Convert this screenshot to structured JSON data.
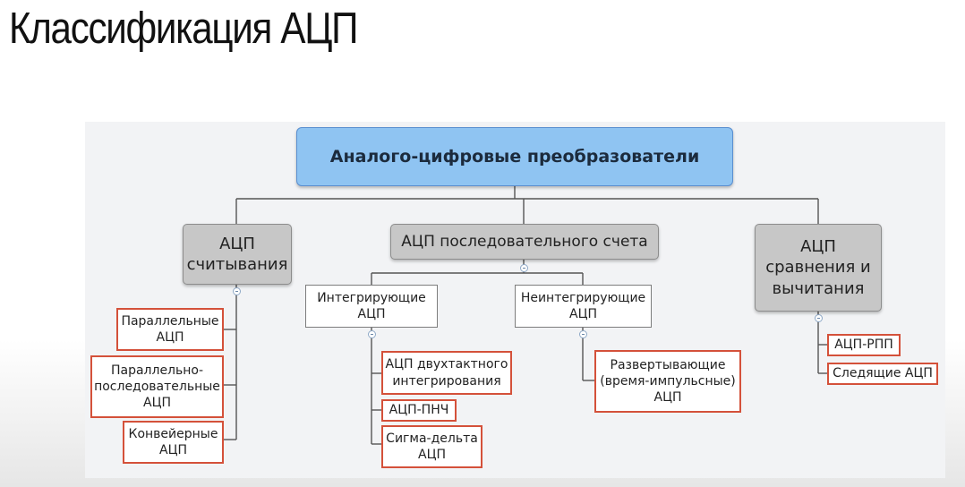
{
  "page": {
    "title": "Классификация АЦП"
  },
  "diagram": {
    "root": "Аналого-цифровые преобразователи",
    "branches": {
      "reading": "АЦП\nсчитывания",
      "sequential": "АЦП последовательного счета",
      "comparison": "АЦП\nсравнения и\nвычитания"
    },
    "reading_children": [
      "Параллельные\nАЦП",
      "Параллельно-\nпоследовательные\nАЦП",
      "Конвейерные\nАЦП"
    ],
    "sequential_children": {
      "integrating": "Интегрирующие\nАЦП",
      "non_integrating": "Неинтегрирующие\nАЦП"
    },
    "integrating_children": [
      "АЦП двухтактного\nинтегрирования",
      "АЦП-ПНЧ",
      "Сигма-дельта\nАЦП"
    ],
    "non_integrating_children": [
      "Развертывающие\n(время-импульсные)\nАЦП"
    ],
    "comparison_children": [
      "АЦП-РПП",
      "Следящие АЦП"
    ]
  },
  "colors": {
    "root_fill": "#8fc4f2",
    "branch_fill": "#c7c7c7",
    "leaf_border": "#d4513a",
    "connector": "#555555"
  }
}
